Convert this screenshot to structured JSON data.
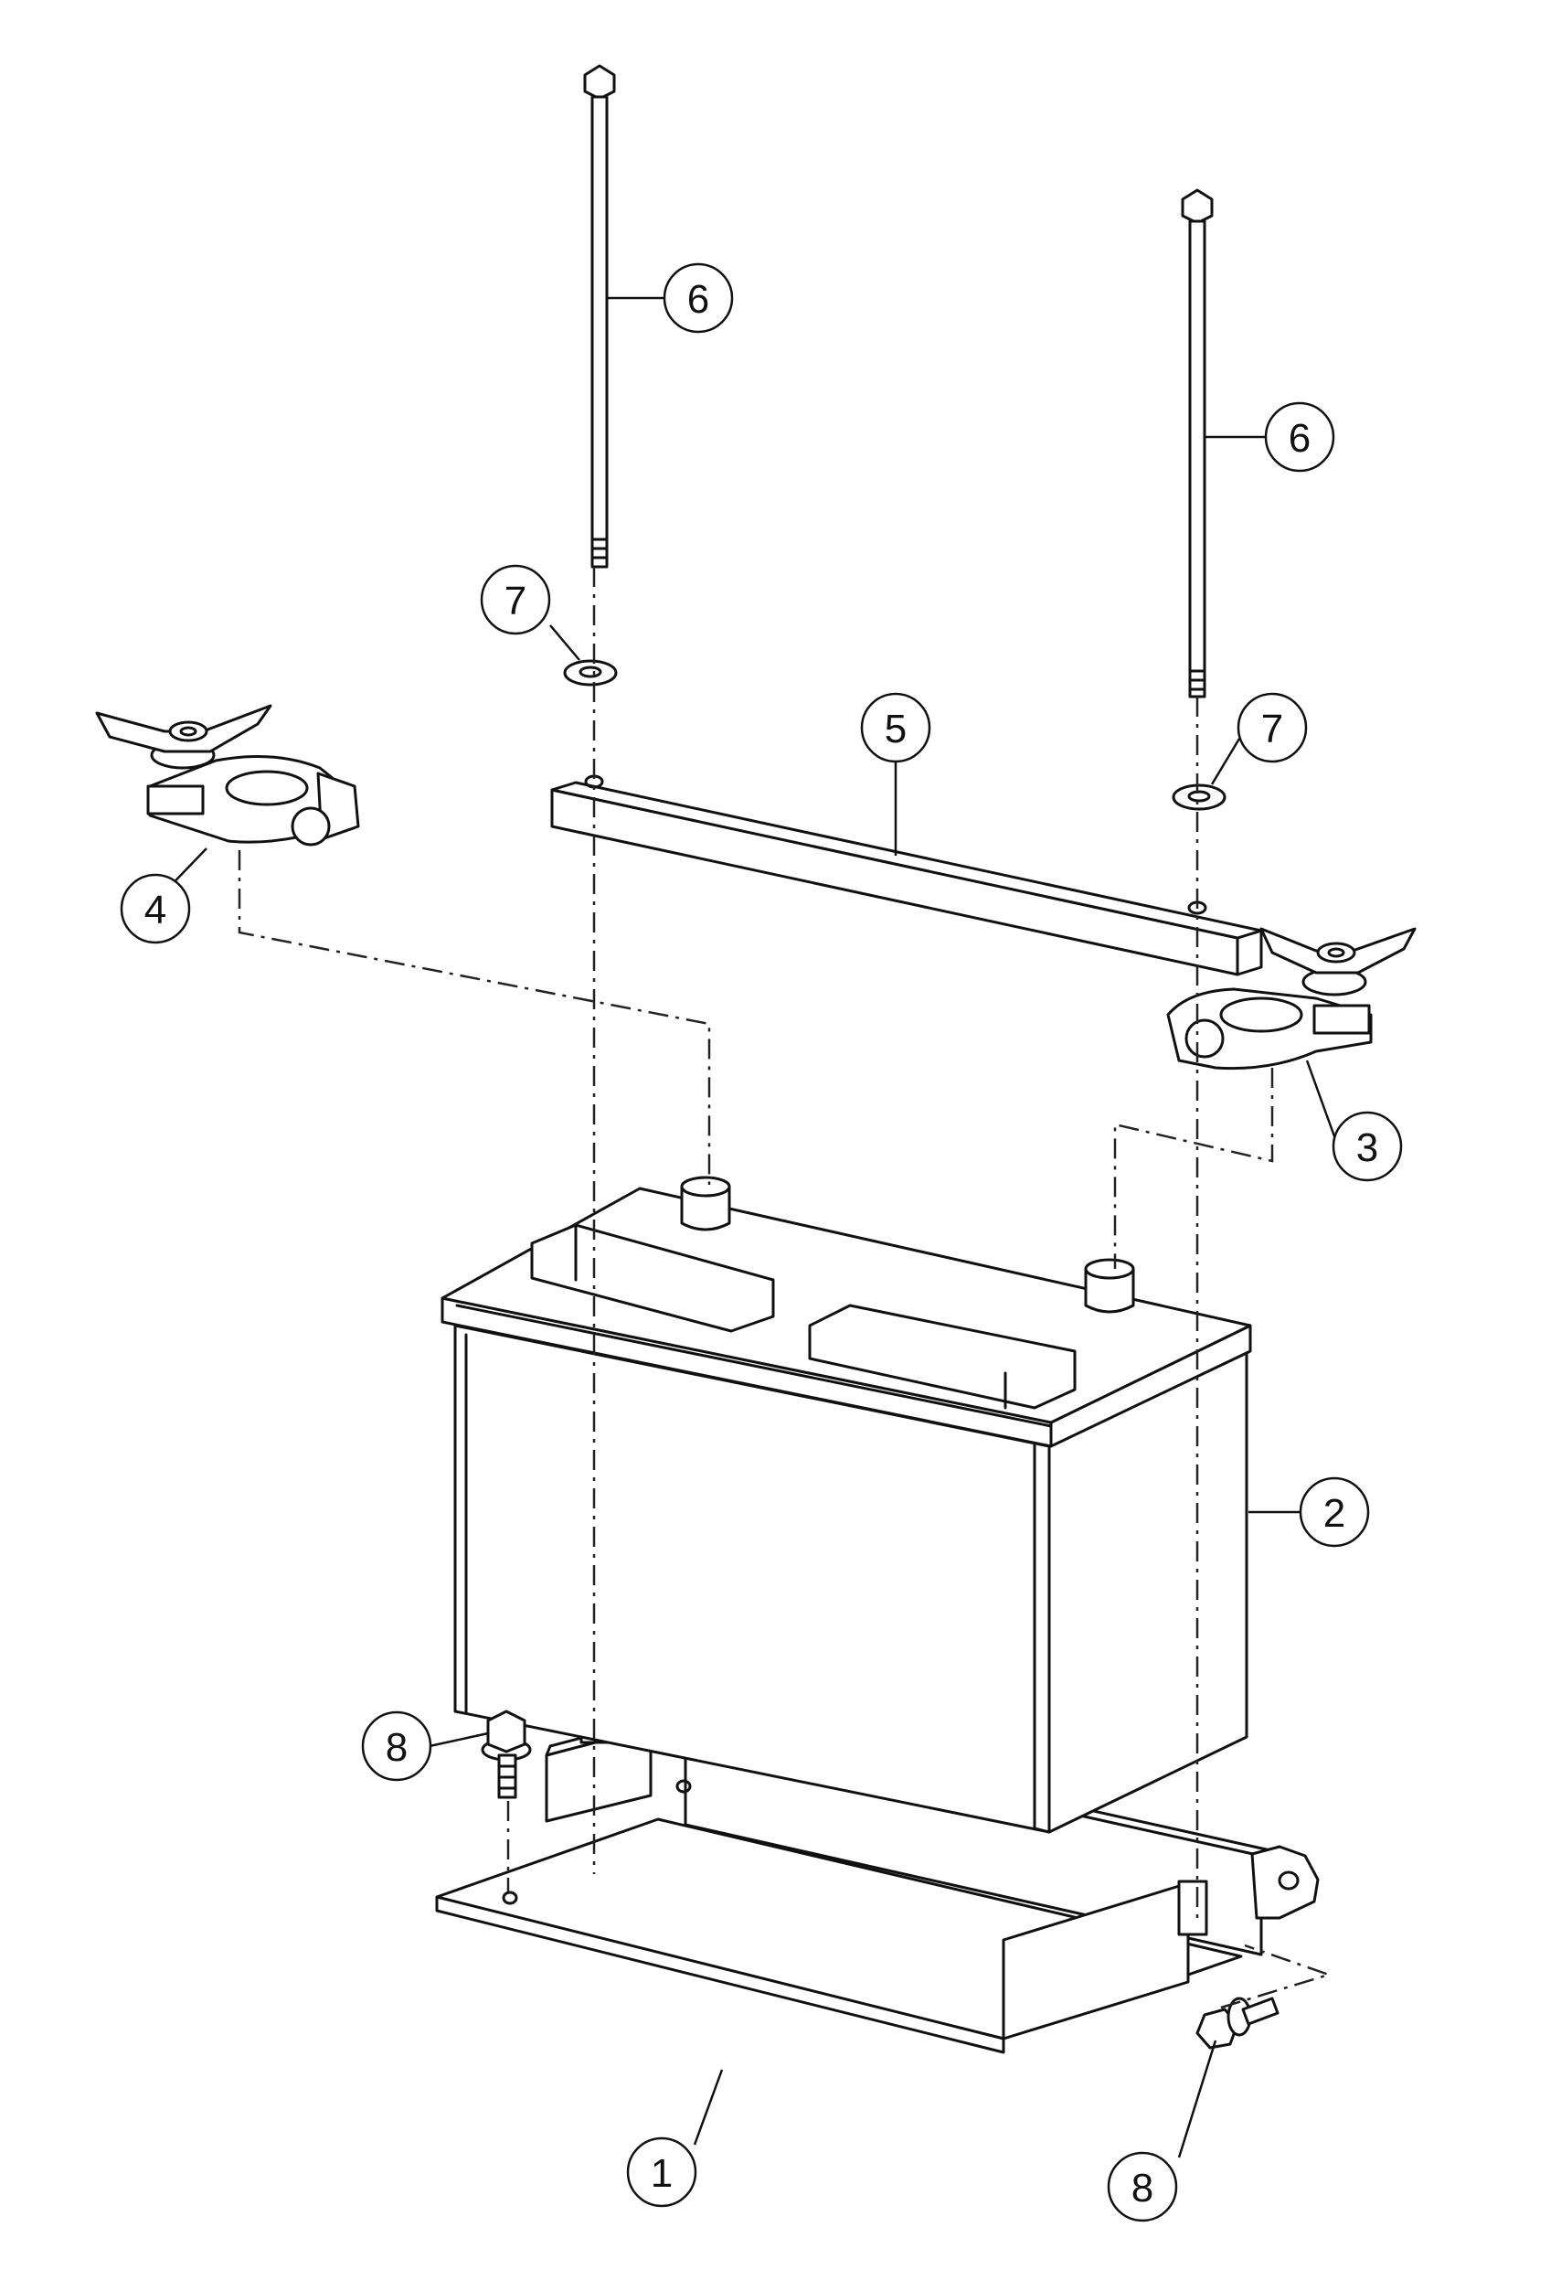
{
  "diagram": {
    "callouts": [
      {
        "id": "c1",
        "label": "1"
      },
      {
        "id": "c2",
        "label": "2"
      },
      {
        "id": "c3",
        "label": "3"
      },
      {
        "id": "c4",
        "label": "4"
      },
      {
        "id": "c5",
        "label": "5"
      },
      {
        "id": "c6a",
        "label": "6"
      },
      {
        "id": "c6b",
        "label": "6"
      },
      {
        "id": "c7a",
        "label": "7"
      },
      {
        "id": "c7b",
        "label": "7"
      },
      {
        "id": "c8a",
        "label": "8"
      },
      {
        "id": "c8b",
        "label": "8"
      }
    ]
  }
}
